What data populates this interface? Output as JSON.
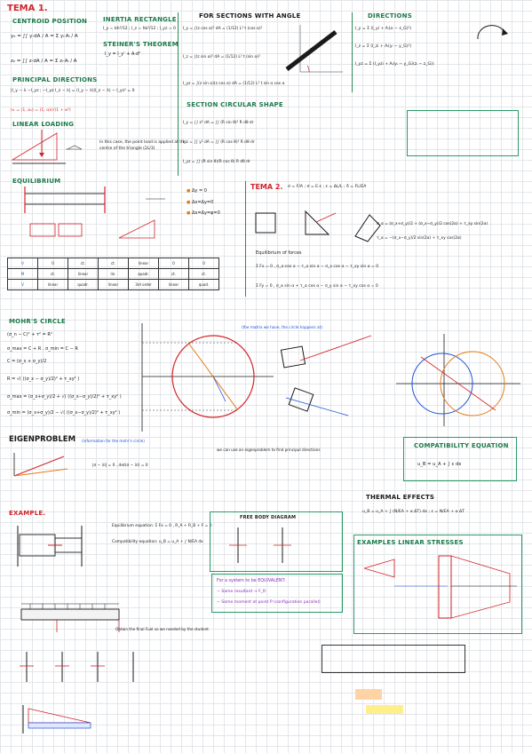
{
  "titles": {
    "tema1": "TEMA 1.",
    "centroid_position": "CENTROID POSITION",
    "inertia_rectangle": "INERTIA RECTANGLE",
    "steiners_theorem": "STEINER'S THEOREM",
    "for_sections_with_angle": "FOR SECTIONS WITH ANGLE",
    "directions": "DIRECTIONS",
    "principal_directions": "PRINCIPAL DIRECTIONS",
    "section_circular_shape": "SECTION CIRCULAR SHAPE",
    "linear_loading": "LINEAR LOADING",
    "equilibrium": "EQUILIBRIUM",
    "tema2": "TEMA 2.",
    "mohrs_circle": "MOHR'S CIRCLE",
    "eigenproblem": "EIGENPROBLEM",
    "compatibility_equation": "COMPATIBILITY EQUATION",
    "thermal_effects": "THERMAL EFFECTS",
    "example": "EXAMPLE.",
    "examples_linear_stresses": "EXAMPLES LINEAR STRESSES",
    "free_body_diagram": "FREE BODY DIAGRAM"
  },
  "formulas": {
    "centroid_y": "yₑ = ∫∫ y·dA / A = Σ yᵢ·Aᵢ / A",
    "centroid_z": "zₑ = ∫∫ z·dA / A = Σ zᵢ·Aᵢ / A",
    "inertia_rect": "I_y = bh³/12 ; I_z = hb³/12 ; I_yz = 0",
    "steiner": "I_y = I_y' + A·d²",
    "angle_iy": "I_y = ∫(z cos α)² dA = (1/12) L³ t (cos α)²",
    "angle_iz": "I_z = ∫(z sin α)² dA = (1/12) L³ t (sin α)²",
    "angle_iyz": "I_yz = ∫(z sin α)(z cos α) dA = (1/12) L³ t sin α cos α",
    "dir_iy": "I_y = Σ (I_yi + Aᵢ(zᵢ − z_G)²)",
    "dir_iz": "I_z = Σ (I_zi + Aᵢ(yᵢ − y_G)²)",
    "dir_iyz": "I_yz = Σ (I_yzi + Aᵢ(yᵢ − y_G)(zᵢ − z_G))",
    "principal_eq": "|I_y − λ  −I_yz ; −I_yz  I_z − λ| = (I_y − λ)(I_z − λ) − I_yz² = 0",
    "principal_dir": "n₁ = (1, α₁) = (1, α)/√(1 + α²)",
    "linear_loading_note": "In this case, the point load is applied at the centre of the triangle (2L/3)",
    "circ_iy": "I_y = ∫∫ z² dA = ∫∫ (R sin θ)² R dθ dr",
    "circ_iz": "I_z = ∫∫ y² dA = ∫∫ (R cos θ)² R dθ dr",
    "circ_iyz": "I_yz = ∫∫ (R sin θ)(R cos θ) R dθ dr",
    "tema2_stress": "σ = F/A ; σ = E·ε ; ε = ΔL/L ; δ = FL/EA",
    "tema2_sigma_alpha": "σ_α = (σ_x+σ_y)/2 + (σ_x−σ_y)/2 cos(2α) + τ_xy sin(2α)",
    "tema2_tau_alpha": "τ_α = −(σ_x−σ_y)/2 sin(2α) + τ_xy cos(2α)",
    "equilibrium_of_forces": "Equilibrium of forces",
    "sum_fx": "Σ Fx = 0 ,  σ_α·cos α − τ_α sin α − σ_x cos α − τ_xy sin α = 0",
    "sum_fy": "Σ Fy = 0 ,  σ_α sin α + τ_α cos α − σ_y sin α − τ_xy cos α = 0",
    "mohr_circle_eq": "(σ_n − C)² + τ² = R²",
    "mohr_max": "σ_max = C + R ,  σ_min = C − R",
    "mohr_center": "C = (σ_x + σ_y)/2",
    "mohr_radius": "R = √( ((σ_x − σ_y)/2)² + τ_xy² )",
    "mohr_smax": "σ_max = (σ_x+σ_y)/2 + √( ((σ_x−σ_y)/2)² + τ_xy² )",
    "mohr_smin": "σ_min = (σ_x+σ_y)/2 − √( ((σ_x−σ_y)/2)² + τ_xy² )",
    "mohr_note": "(the matrix we have, the circle happens at)",
    "eigen_note": "(information for the mohr's circle)",
    "eigen_eq": "|σ − λI| = 0 ,  det(σ − λI) = 0",
    "eigen_note2": "we can use an eigenproblem to find principal directions",
    "compat_eq": "u_B = u_A + ∫ ε dx",
    "thermal_eq": "u_B = u_A + ∫ (N/EA + α ΔT) dx ;  ε = N/EA + α ΔT",
    "example_eq1": "Equilibrium equation: Σ Fx = 0 , R_A + R_B + F = 0",
    "example_eq2": "Compatibility equation: u_B = u_A + ∫ N/EA dx",
    "fbd_note": "For a system to be EQUIVALENT:",
    "fbd_item1": "− Same resultant → F_R",
    "fbd_item2": "− Same moment at point P (configuration parallel)",
    "bottom_note": "Obtain the final Fuel so we needed by the student"
  },
  "equilibrium_table": {
    "rows": [
      [
        "V",
        "0",
        "ct.",
        "ct.",
        "linear",
        "0",
        "0"
      ],
      [
        "M",
        "ct.",
        "linear",
        "lin.",
        "quadr.",
        "ct.",
        "ct."
      ],
      [
        "V",
        "linear",
        "quadr.",
        "linear",
        "3rd order",
        "linear",
        "quad."
      ]
    ]
  },
  "support_legend": {
    "roller": "Δy = 0",
    "pin": "Δx=Δy=0",
    "fixed": "Δx=Δy=φ=0"
  },
  "colors": {
    "green": "#2e8a57",
    "red": "#d2232a",
    "blue": "#1d4fd8",
    "orange": "#e57c1a",
    "purple": "#8a2bb9",
    "yellow": "#ffef8a",
    "grid": "#e3e6ea"
  }
}
